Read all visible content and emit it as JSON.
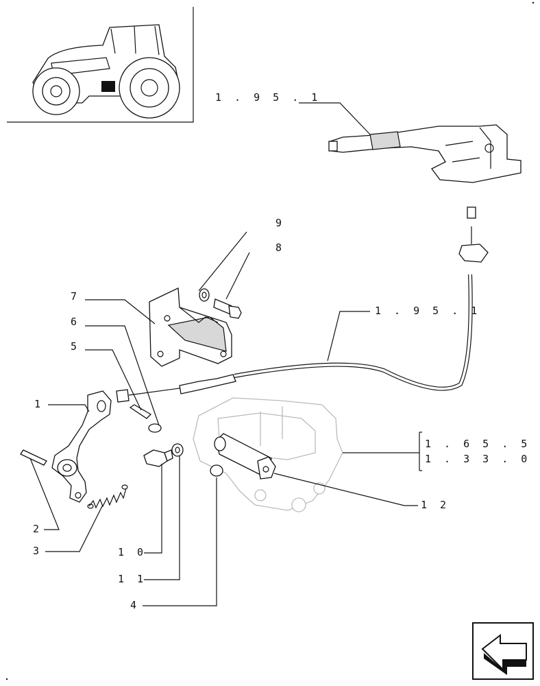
{
  "callouts": {
    "ref_top": "1 . 9 5 . 1",
    "ref_cable": "1 . 9 5 . 1",
    "ref_housing_a": "1 . 6 5 . 5   (",
    "ref_housing_b": "1 . 3 3 . 0   (",
    "n1": "1",
    "n2": "2",
    "n3": "3",
    "n4": "4",
    "n5": "5",
    "n6": "6",
    "n7": "7",
    "n8": "8",
    "n9": "9",
    "n10": "1 0",
    "n11": "1 1",
    "n12": "1 2"
  },
  "icons": {
    "thumbnail": "tractor-icon",
    "nav": "arrow-back-icon"
  }
}
